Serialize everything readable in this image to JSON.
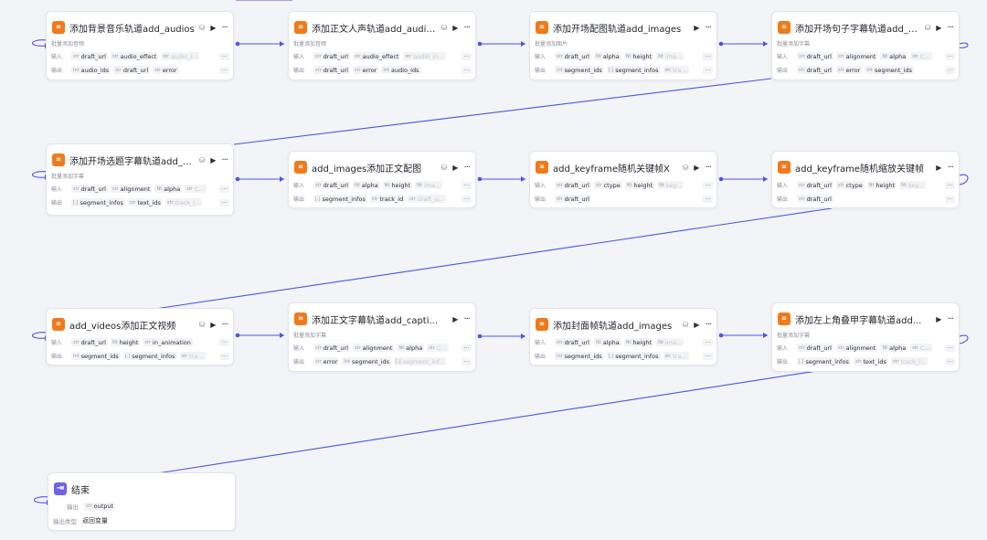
{
  "labels": {
    "input": "输入",
    "output": "输出",
    "output_type": "输出类型",
    "run_icon": "▶",
    "more_icon": "···",
    "ver_icon": "⛁"
  },
  "nodes": [
    {
      "title": "添加背景音乐轨道add_audios",
      "desc": "批量添加音频",
      "inputs": [
        [
          "str",
          "draft_url"
        ],
        [
          "str",
          "audio_effect"
        ],
        [
          "str",
          "audio_i..."
        ]
      ],
      "outputs": [
        [
          "Int",
          "audio_ids"
        ],
        [
          "str",
          "draft_url"
        ],
        [
          "str",
          "error"
        ]
      ]
    },
    {
      "title": "添加正文人声轨道add_audio...",
      "desc": "批量添加音频",
      "inputs": [
        [
          "str",
          "draft_url"
        ],
        [
          "str",
          "audio_effect"
        ],
        [
          "str",
          "audio_in..."
        ]
      ],
      "outputs": [
        [
          "str",
          "draft_url"
        ],
        [
          "str",
          "error"
        ],
        [
          "Int",
          "audio_ids"
        ]
      ]
    },
    {
      "title": "添加开场配图轨道add_images",
      "desc": "批量添加图片",
      "inputs": [
        [
          "str",
          "draft_url"
        ],
        [
          "Nt",
          "alpha"
        ],
        [
          "Nt",
          "height"
        ],
        [
          "Nt",
          "ima..."
        ]
      ],
      "outputs": [
        [
          "Int",
          "segment_ids"
        ],
        [
          "[.]",
          "segment_infos"
        ],
        [
          "str",
          "tra..."
        ]
      ]
    },
    {
      "title": "添加开场句子字幕轨道add_c...",
      "desc": "批量添加字幕",
      "inputs": [
        [
          "str",
          "draft_url"
        ],
        [
          "str",
          "alignment"
        ],
        [
          "Nt",
          "alpha"
        ],
        [
          "str",
          "C..."
        ]
      ],
      "outputs": [
        [
          "str",
          "draft_url"
        ],
        [
          "str",
          "error"
        ],
        [
          "Int",
          "segment_ids"
        ]
      ]
    },
    {
      "title": "添加开场选题字幕轨道add_c...",
      "desc": "批量添加字幕",
      "inputs": [
        [
          "str",
          "draft_url"
        ],
        [
          "str",
          "alignment"
        ],
        [
          "Nt",
          "alpha"
        ],
        [
          "str",
          "C..."
        ]
      ],
      "outputs": [
        [
          "[.]",
          "segment_infos"
        ],
        [
          "str",
          "text_ids"
        ],
        [
          "str",
          "track_i..."
        ]
      ]
    },
    {
      "title": "add_images添加正文配图",
      "desc": "",
      "inputs": [
        [
          "str",
          "draft_url"
        ],
        [
          "Nt",
          "alpha"
        ],
        [
          "Nt",
          "height"
        ],
        [
          "Nt",
          "ima..."
        ]
      ],
      "outputs": [
        [
          "[.]",
          "segment_infos"
        ],
        [
          "str",
          "track_id"
        ],
        [
          "str",
          "draft_u..."
        ]
      ]
    },
    {
      "title": "add_keyframe随机关键帧X",
      "desc": "",
      "inputs": [
        [
          "str",
          "draft_url"
        ],
        [
          "str",
          "ctype"
        ],
        [
          "Nt",
          "height"
        ],
        [
          "Nt",
          "key..."
        ]
      ],
      "outputs": [
        [
          "str",
          "draft_url"
        ]
      ]
    },
    {
      "title": "add_keyframe随机缩放关键帧",
      "desc": "",
      "inputs": [
        [
          "str",
          "draft_url"
        ],
        [
          "str",
          "ctype"
        ],
        [
          "Nt",
          "height"
        ],
        [
          "Nt",
          "key..."
        ]
      ],
      "outputs": [
        [
          "str",
          "draft_url"
        ]
      ]
    },
    {
      "title": "add_videos添加正文视频",
      "desc": "",
      "inputs": [
        [
          "str",
          "draft_url"
        ],
        [
          "Nt",
          "height"
        ],
        [
          "str",
          "in_animation"
        ]
      ],
      "outputs": [
        [
          "Int",
          "segment_ids"
        ],
        [
          "[.]",
          "segment_infos"
        ],
        [
          "str",
          "tra..."
        ]
      ]
    },
    {
      "title": "添加正文字幕轨道add_capti...",
      "desc": "批量添加字幕",
      "inputs": [
        [
          "str",
          "draft_url"
        ],
        [
          "str",
          "alignment"
        ],
        [
          "Nt",
          "alpha"
        ],
        [
          "str",
          "C..."
        ]
      ],
      "outputs": [
        [
          "str",
          "error"
        ],
        [
          "Int",
          "segment_ids"
        ],
        [
          "[.]",
          "segment_inf..."
        ]
      ]
    },
    {
      "title": "添加封面帧轨道add_images",
      "desc": "",
      "inputs": [
        [
          "str",
          "draft_url"
        ],
        [
          "Nt",
          "alpha"
        ],
        [
          "Nt",
          "height"
        ],
        [
          "Nt",
          "ima..."
        ]
      ],
      "outputs": [
        [
          "Int",
          "segment_ids"
        ],
        [
          "[.]",
          "segment_infos"
        ],
        [
          "str",
          "tra..."
        ]
      ]
    },
    {
      "title": "添加左上角叠甲字幕轨道add...",
      "desc": "批量添加字幕",
      "inputs": [
        [
          "str",
          "draft_url"
        ],
        [
          "str",
          "alignment"
        ],
        [
          "Nt",
          "alpha"
        ],
        [
          "str",
          "C..."
        ]
      ],
      "outputs": [
        [
          "[.]",
          "segment_infos"
        ],
        [
          "str",
          "text_ids"
        ],
        [
          "str",
          "track_i..."
        ]
      ]
    }
  ],
  "end_node": {
    "title": "结束",
    "output_label": "输出",
    "output_chip": [
      "str",
      "output"
    ],
    "type_label": "输出类型",
    "type_value": "返回变量"
  },
  "colors": {
    "edge": "#4d53e8",
    "plugin_icon": "#f07a1a",
    "end_icon": "#6c63e8",
    "background": "#f3f4f8"
  },
  "icons": {
    "plugin": "plugin-icon",
    "end": "end-icon",
    "run": "run-icon",
    "more": "more-icon",
    "version": "version-icon"
  }
}
